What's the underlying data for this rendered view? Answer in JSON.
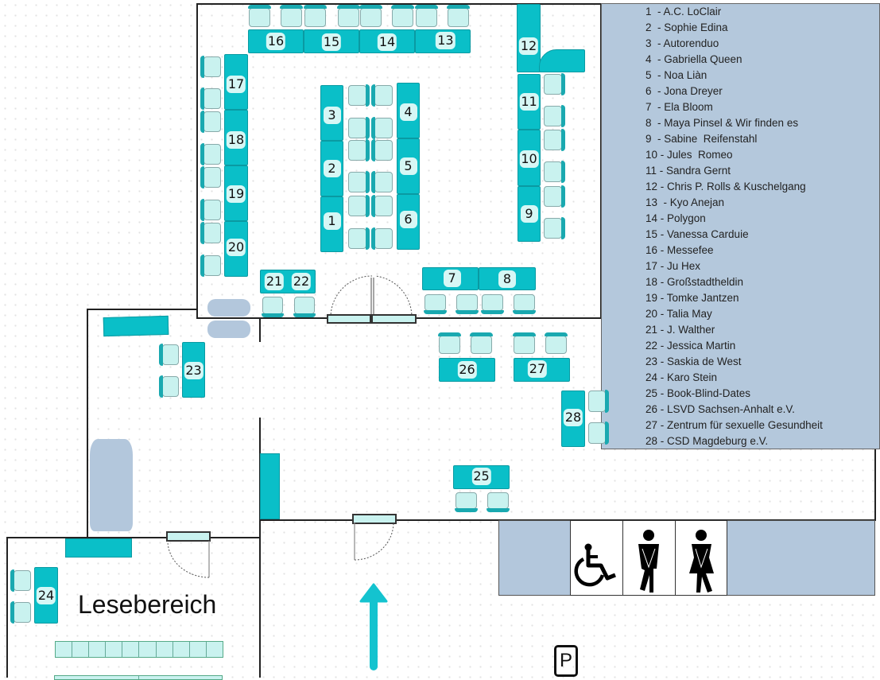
{
  "title": "Saalplan",
  "reading_area_label": "Lesebereich",
  "parking_label": "P",
  "colors": {
    "table": "#0abfc8",
    "chair": "#c9f2ef",
    "chair_back": "#1aa9b0",
    "legend_bg": "#b4c8dc",
    "grey_area": "#b3c7dc",
    "arrow": "#14c3cf"
  },
  "tables": {
    "t1": "1",
    "t2": "2",
    "t3": "3",
    "t4": "4",
    "t5": "5",
    "t6": "6",
    "t7": "7",
    "t8": "8",
    "t9": "9",
    "t10": "10",
    "t11": "11",
    "t12": "12",
    "t13": "13",
    "t14": "14",
    "t15": "15",
    "t16": "16",
    "t17": "17",
    "t18": "18",
    "t19": "19",
    "t20": "20",
    "t21": "21",
    "t22": "22",
    "t23": "23",
    "t24": "24",
    "t25": "25",
    "t26": "26",
    "t27": "27",
    "t28": "28"
  },
  "legend": [
    "1  - A.C. LoClair",
    "2  - Sophie Edina",
    "3  - Autorenduo",
    "4  - Gabriella Queen",
    "5  - Noa Liàn",
    "6  - Jona Dreyer",
    "7  - Ela Bloom",
    "8  - Maya Pinsel & Wir finden es",
    "9  - Sabine  Reifenstahl",
    "10 - Jules  Romeo",
    "11 - Sandra Gernt",
    "12 - Chris P. Rolls & Kuschelgang",
    "13  - Kyo Anejan",
    "14 - Polygon",
    "15 - Vanessa Carduie",
    "16 - Messefee",
    "17 - Ju Hex",
    "18 - Großstadtheldin",
    "19 - Tomke Jantzen",
    "20 - Talia May",
    "21 - J. Walther",
    "22 - Jessica Martin",
    "23 - Saskia de West",
    "24 - Karo Stein",
    "25 - Book-Blind-Dates",
    "26 - LSVD Sachsen-Anhalt e.V.",
    "27 - Zentrum für sexuelle Gesundheit",
    "28 - CSD Magdeburg e.V."
  ],
  "restrooms": [
    "wheelchair-accessible",
    "men",
    "women"
  ]
}
